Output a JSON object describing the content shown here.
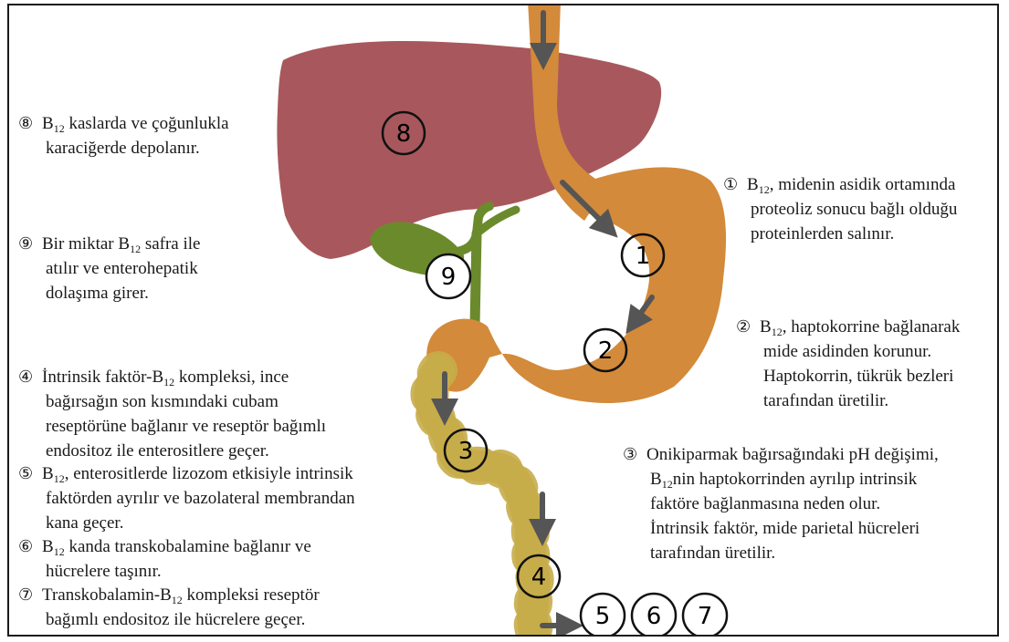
{
  "organ_colors": {
    "liver": "#a8585c",
    "gallbladder": "#6b8a2c",
    "stomach": "#d38a3a",
    "esophagus": "#d38a3a",
    "intestine": "#c7ac4a",
    "arrow": "#555555",
    "circle": "#111111"
  },
  "markers": [
    "1",
    "2",
    "3",
    "4",
    "5",
    "6",
    "7",
    "8",
    "9"
  ],
  "steps": [
    {
      "id": "1",
      "symbol": "①",
      "lines": [
        {
          "pre": "B",
          "sub": "12",
          "post": ", midenin asidik ortamında"
        },
        {
          "text": "proteoliz sonucu bağlı olduğu"
        },
        {
          "text": "proteinlerden salınır."
        }
      ]
    },
    {
      "id": "2",
      "symbol": "②",
      "lines": [
        {
          "pre": "B",
          "sub": "12",
          "post": ", haptokorrine bağlanarak"
        },
        {
          "text": "mide asidinden korunur."
        },
        {
          "text": "Haptokorrin, tükrük bezleri"
        },
        {
          "text": "tarafından üretilir."
        }
      ]
    },
    {
      "id": "3",
      "symbol": "③",
      "lines": [
        {
          "text": "Onikiparmak bağırsağındaki pH değişimi,"
        },
        {
          "pre": "B",
          "sub": "12",
          "post": "nin haptokorrinden ayrılıp intrinsik"
        },
        {
          "text": "faktöre bağlanmasına neden olur."
        },
        {
          "text": "İntrinsik faktör, mide parietal hücreleri"
        },
        {
          "text": "tarafından üretilir."
        }
      ]
    },
    {
      "id": "4",
      "symbol": "④",
      "lines": [
        {
          "pre": "İntrinsik faktör-B",
          "sub": "12",
          "post": " kompleksi, ince"
        },
        {
          "text": "bağırsağın son kısmındaki cubam"
        },
        {
          "text": "reseptörüne bağlanır ve reseptör bağımlı"
        },
        {
          "text": "endositoz ile enterositlere geçer."
        }
      ]
    },
    {
      "id": "5",
      "symbol": "⑤",
      "lines": [
        {
          "pre": "B",
          "sub": "12",
          "post": ", enterositlerde lizozom etkisiyle intrinsik"
        },
        {
          "text": "faktörden ayrılır ve bazolateral membrandan"
        },
        {
          "text": "kana geçer."
        }
      ]
    },
    {
      "id": "6",
      "symbol": "⑥",
      "lines": [
        {
          "pre": "B",
          "sub": "12",
          "post": " kanda transkobalamine bağlanır ve"
        },
        {
          "text": "hücrelere taşınır."
        }
      ]
    },
    {
      "id": "7",
      "symbol": "⑦",
      "lines": [
        {
          "pre": "Transkobalamin-B",
          "sub": "12",
          "post": " kompleksi reseptör"
        },
        {
          "text": "bağımlı endositoz ile hücrelere geçer."
        }
      ]
    },
    {
      "id": "8",
      "symbol": "⑧",
      "lines": [
        {
          "pre": "B",
          "sub": "12",
          "post": " kaslarda ve çoğunlukla"
        },
        {
          "text": "karaciğerde depolanır."
        }
      ]
    },
    {
      "id": "9",
      "symbol": "⑨",
      "lines": [
        {
          "pre": "Bir miktar B",
          "sub": "12",
          "post": " safra ile"
        },
        {
          "text": "atılır ve enterohepatik"
        },
        {
          "text": "dolaşıma girer."
        }
      ]
    }
  ]
}
